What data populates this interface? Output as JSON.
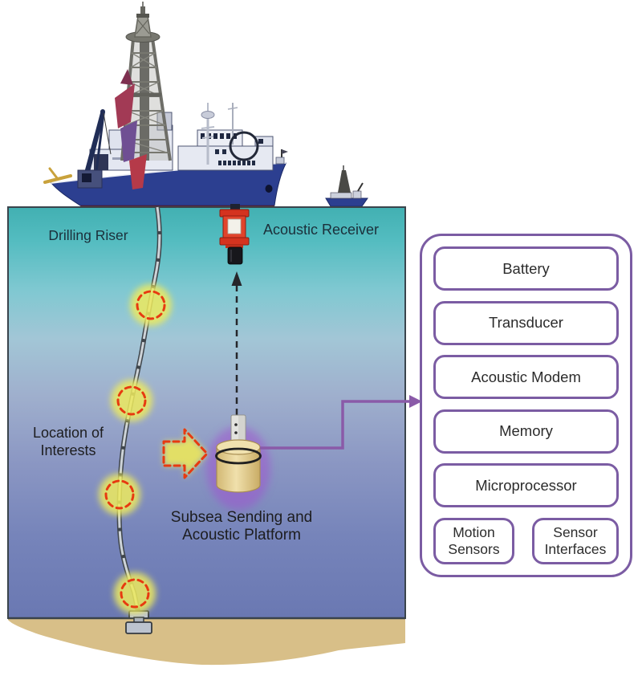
{
  "figure": {
    "labels": {
      "drilling_riser": "Drilling Riser",
      "acoustic_receiver": "Acoustic Receiver",
      "location_line1": "Location of",
      "location_line2": "Interests",
      "platform_line1": "Subsea Sending and",
      "platform_line2": "Acoustic Platform"
    },
    "panel": {
      "items": [
        "Battery",
        "Transducer",
        "Acoustic Modem",
        "Memory",
        "Microprocessor"
      ],
      "bottom_items": [
        "Motion Sensors",
        "Sensor Interfaces"
      ]
    },
    "colors": {
      "panel_border": "#7b5ca3",
      "connector_purple": "#8a5aa8",
      "water_top_teal": "#42b0b2",
      "water_bottom_blue": "#6a78b2",
      "sand": "#d8bf88",
      "ship_hull_blue": "#2c3f90",
      "receiver_red": "#d4331f",
      "platform_tan": "#e9d69c",
      "highlight_red": "#e73a10",
      "glow_yellow": "#edea5e"
    }
  }
}
